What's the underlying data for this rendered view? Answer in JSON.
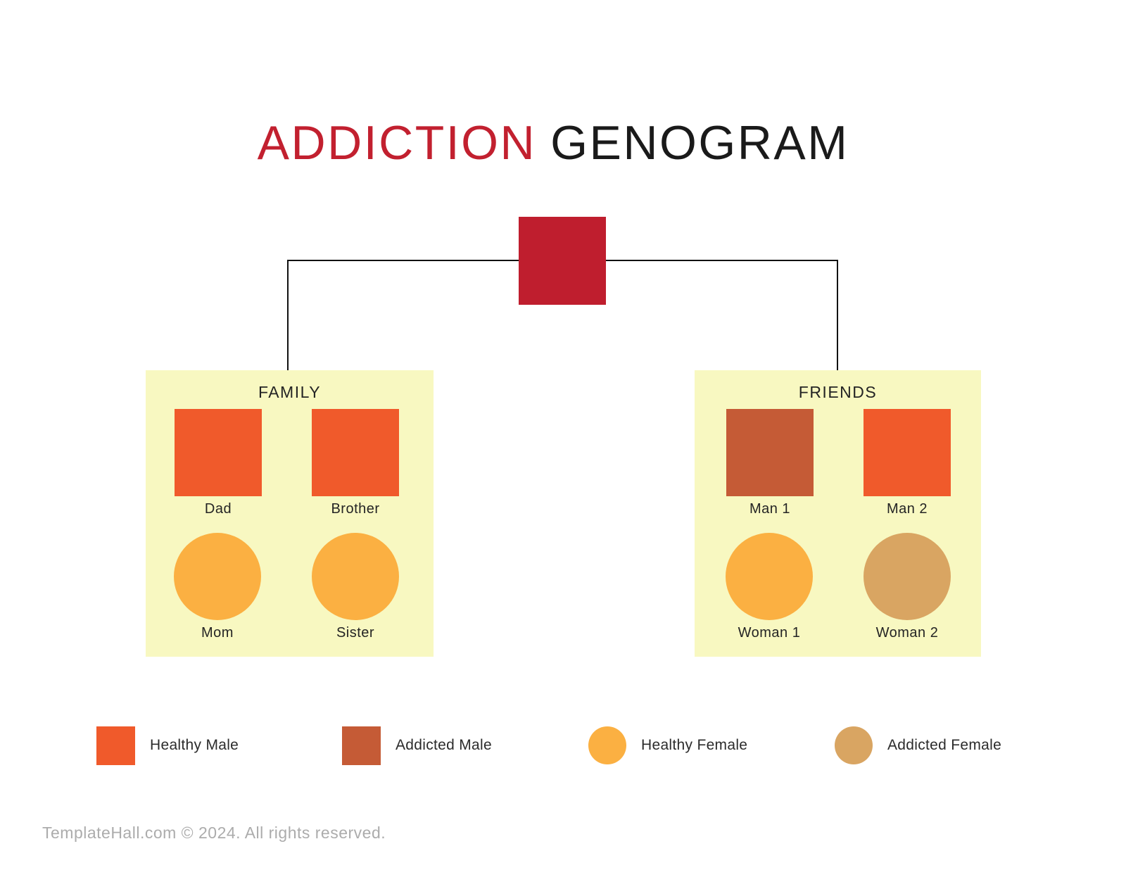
{
  "title": {
    "word1": "ADDICTION",
    "word2": "GENOGRAM"
  },
  "colors": {
    "accent_red": "#BF1E2E",
    "healthy_male": "#F05A2B",
    "addicted_male": "#C55B36",
    "healthy_female": "#FBB042",
    "addicted_female": "#D9A562",
    "group_bg": "#F8F8C1",
    "title_red": "#C2202F",
    "title_black": "#1A1A1A",
    "line": "#111111",
    "footer_gray": "#ACACAC"
  },
  "groups": [
    {
      "name": "FAMILY",
      "members": [
        {
          "label": "Dad",
          "shape": "square",
          "status": "healthy_male"
        },
        {
          "label": "Brother",
          "shape": "square",
          "status": "healthy_male"
        },
        {
          "label": "Mom",
          "shape": "circle",
          "status": "healthy_female"
        },
        {
          "label": "Sister",
          "shape": "circle",
          "status": "healthy_female"
        }
      ]
    },
    {
      "name": "FRIENDS",
      "members": [
        {
          "label": "Man 1",
          "shape": "square",
          "status": "addicted_male"
        },
        {
          "label": "Man 2",
          "shape": "square",
          "status": "healthy_male"
        },
        {
          "label": "Woman 1",
          "shape": "circle",
          "status": "healthy_female"
        },
        {
          "label": "Woman 2",
          "shape": "circle",
          "status": "addicted_female"
        }
      ]
    }
  ],
  "legend": [
    {
      "label": "Healthy Male",
      "shape": "square",
      "color": "#F05A2B"
    },
    {
      "label": "Addicted Male",
      "shape": "square",
      "color": "#C55B36"
    },
    {
      "label": "Healthy Female",
      "shape": "circle",
      "color": "#FBB042"
    },
    {
      "label": "Addicted Female",
      "shape": "circle",
      "color": "#D9A562"
    }
  ],
  "footer": "TemplateHall.com © 2024. All rights reserved."
}
